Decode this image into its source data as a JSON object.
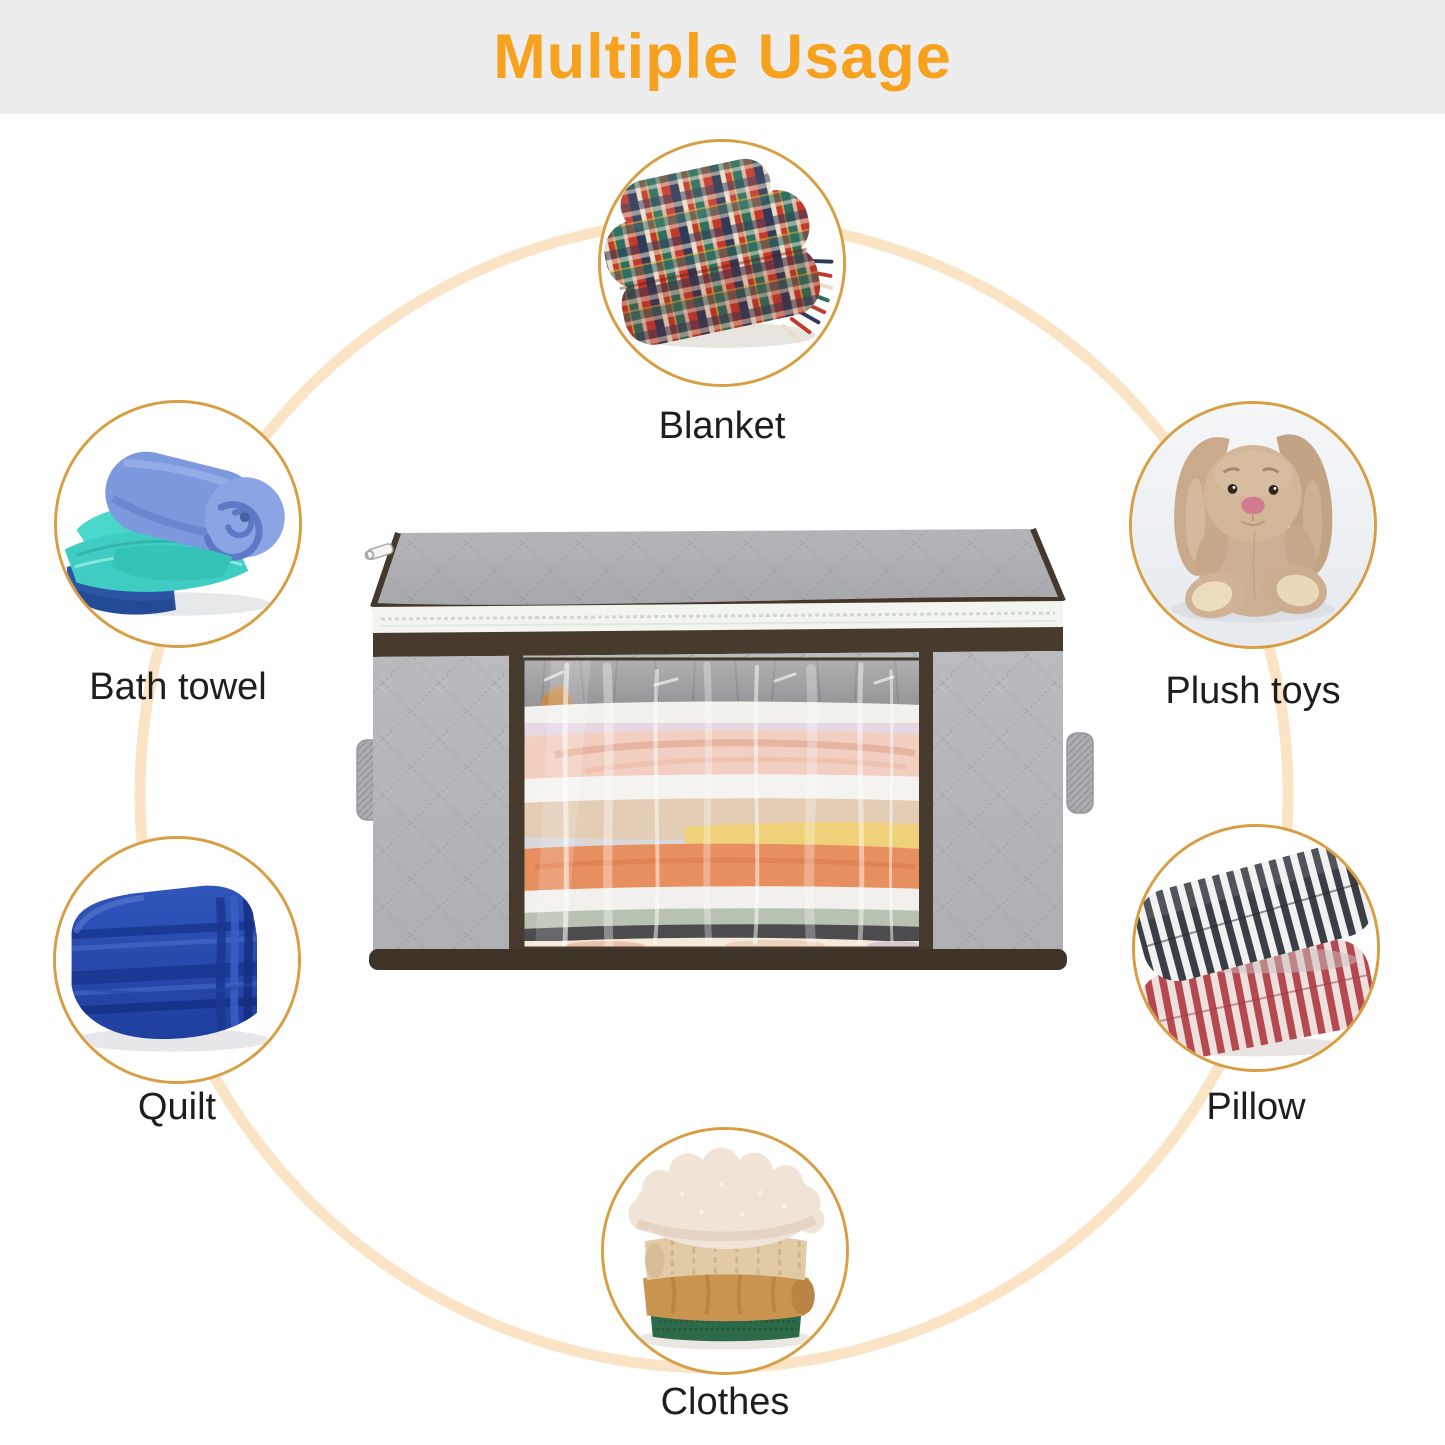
{
  "title": "Multiple Usage",
  "colors": {
    "title_text": "#F7A21F",
    "header_background": "#EDEDED",
    "connector_ring": "#FAE4C5",
    "circle_border": "#D79E44",
    "label_text": "#1E1E1E",
    "bag_fabric": "#B6B7BB",
    "bag_trim": "#45392C"
  },
  "items": [
    {
      "id": "blanket",
      "label": "Blanket",
      "icon": "blanket-photo"
    },
    {
      "id": "bath-towel",
      "label": "Bath towel",
      "icon": "bath-towel-photo"
    },
    {
      "id": "plush-toys",
      "label": "Plush toys",
      "icon": "plush-toys-photo"
    },
    {
      "id": "quilt",
      "label": "Quilt",
      "icon": "quilt-photo"
    },
    {
      "id": "pillow",
      "label": "Pillow",
      "icon": "pillow-photo"
    },
    {
      "id": "clothes",
      "label": "Clothes",
      "icon": "clothes-photo"
    }
  ]
}
